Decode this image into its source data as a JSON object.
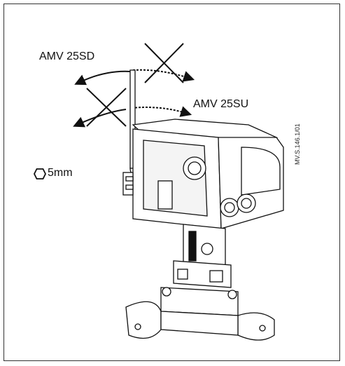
{
  "labels": {
    "model_sd": "AMV 25SD",
    "model_su": "AMV 25SU",
    "hex_key": "5mm",
    "reference": "MV.S.146.1/01"
  },
  "icons": {
    "hex": "hexagon-icon",
    "cross": "cross-icon",
    "arrow": "curved-arrow-icon"
  }
}
